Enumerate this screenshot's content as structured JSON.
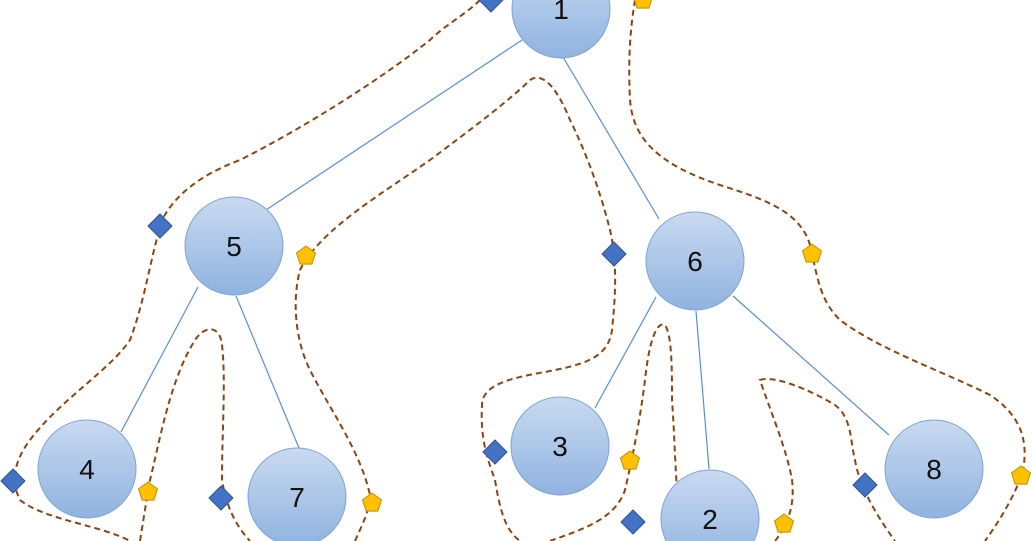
{
  "tree": {
    "nodes": [
      {
        "id": "n1",
        "label": "1"
      },
      {
        "id": "n5",
        "label": "5"
      },
      {
        "id": "n6",
        "label": "6"
      },
      {
        "id": "n4",
        "label": "4"
      },
      {
        "id": "n7",
        "label": "7"
      },
      {
        "id": "n3",
        "label": "3"
      },
      {
        "id": "n2",
        "label": "2"
      },
      {
        "id": "n8",
        "label": "8"
      }
    ],
    "edges": [
      [
        "1",
        "5"
      ],
      [
        "1",
        "6"
      ],
      [
        "5",
        "4"
      ],
      [
        "5",
        "7"
      ],
      [
        "6",
        "3"
      ],
      [
        "6",
        "2"
      ],
      [
        "6",
        "8"
      ]
    ]
  },
  "colors": {
    "node_fill_top": "#c9daf0",
    "node_fill_bottom": "#8fb3e0",
    "node_stroke": "#7fa3d4",
    "edge": "#5b8fd0",
    "traversal_path": "#8b4513",
    "diamond_marker": "#4472c4",
    "pentagon_marker": "#ffc000"
  },
  "markers": {
    "diamond_icon": "diamond-marker-icon",
    "pentagon_icon": "pentagon-marker-icon"
  }
}
